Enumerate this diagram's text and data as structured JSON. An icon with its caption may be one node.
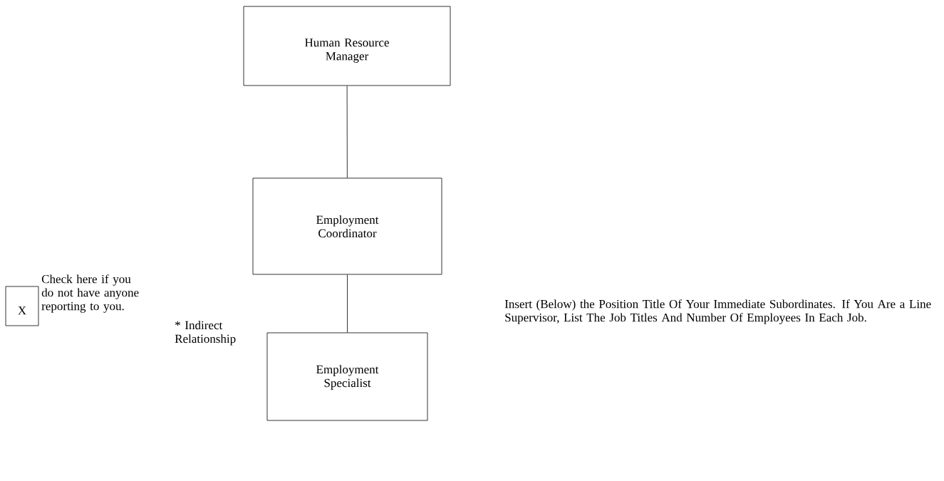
{
  "diagram": {
    "nodes": [
      {
        "text": [
          "Human Resource Manager"
        ]
      },
      {
        "text": [
          "Employment Coordinator"
        ]
      },
      {
        "text": [
          "Employment Specialist"
        ]
      },
      {
        "text": [
          "X"
        ],
        "beside": [
          "Check here if you do not have anyone reporting to you."
        ]
      }
    ],
    "edges": [
      {
        "from": 0,
        "to": 1,
        "arrow": "none"
      },
      {
        "from": 1,
        "to": 2,
        "arrow": "none"
      }
    ],
    "labels": [
      "* Indirect Relationship",
      "Insert (Below) the Position Title Of Your Immediate Subordinates. If You Are a Line Supervisor, List The Job Titles And Number Of Employees In Each Job."
    ]
  }
}
